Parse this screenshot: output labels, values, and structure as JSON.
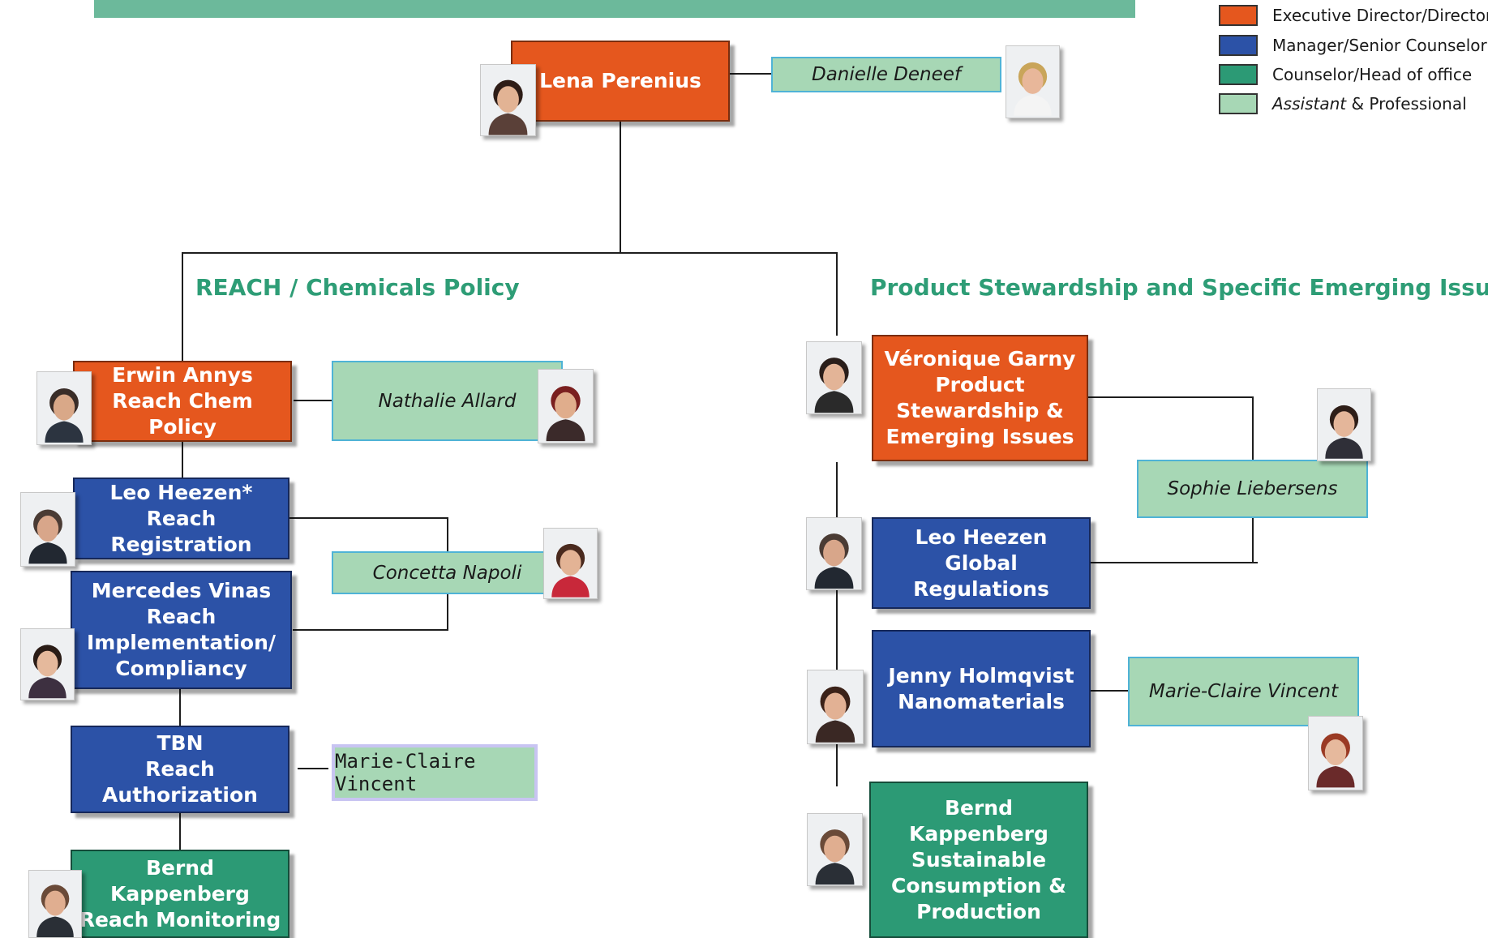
{
  "legend": {
    "items": [
      {
        "label": "Executive Director/Director",
        "color": "#e5571e"
      },
      {
        "label": "Manager/Senior Counselor",
        "color": "#2c52a7"
      },
      {
        "label": "Counselor/Head of office",
        "color": "#2c9a75"
      },
      {
        "label_italic": "Assistant",
        "label_rest": " & Professional",
        "color": "#a7d7b5"
      }
    ]
  },
  "top": {
    "director": "Lena Perenius",
    "assistant": "Danielle Deneef"
  },
  "sections": {
    "left_title": "REACH / Chemicals Policy",
    "right_title": "Product Stewardship and Specific Emerging Issues"
  },
  "left": {
    "nodes": [
      {
        "text": "Erwin Annys\nReach Chem\nPolicy",
        "level": "Executive Director/Director"
      },
      {
        "text": "Leo Heezen*\nReach\nRegistration",
        "level": "Manager/Senior Counselor"
      },
      {
        "text": "Mercedes Vinas\nReach\nImplementation/\nCompliancy",
        "level": "Manager/Senior Counselor"
      },
      {
        "text": "TBN\nReach\nAuthorization",
        "level": "Manager/Senior Counselor"
      },
      {
        "text": "Bernd\nKappenberg\nReach Monitoring",
        "level": "Counselor/Head of office"
      }
    ],
    "assistants": [
      "Nathalie Allard",
      "Concetta Napoli",
      "Marie-Claire Vincent"
    ]
  },
  "right": {
    "nodes": [
      {
        "text": "Véronique Garny\nProduct\nStewardship &\nEmerging Issues",
        "level": "Executive Director/Director"
      },
      {
        "text": "Leo Heezen\nGlobal\nRegulations",
        "level": "Manager/Senior Counselor"
      },
      {
        "text": "Jenny Holmqvist\nNanomaterials",
        "level": "Manager/Senior Counselor"
      },
      {
        "text": "Bernd\nKappenberg\nSustainable\nConsumption &\nProduction",
        "level": "Counselor/Head of office"
      }
    ],
    "assistants": [
      "Sophie Liebersens",
      "Marie-Claire Vincent"
    ]
  }
}
